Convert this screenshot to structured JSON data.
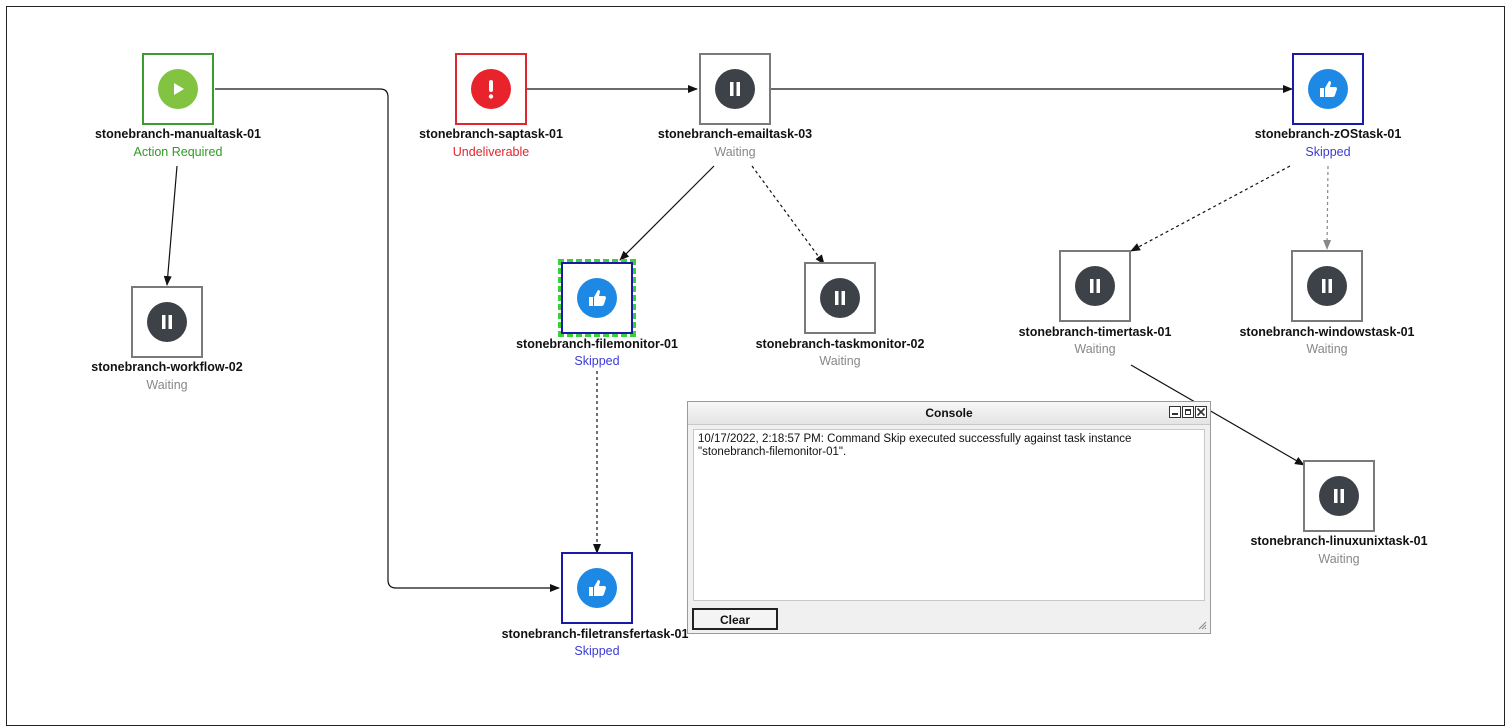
{
  "nodes": [
    {
      "id": "manualtask",
      "name": "stonebranch-manualtask-01",
      "status": "Action Required",
      "icon": "play-icon"
    },
    {
      "id": "saptask",
      "name": "stonebranch-saptask-01",
      "status": "Undeliverable",
      "icon": "exclamation-icon"
    },
    {
      "id": "emailtask",
      "name": "stonebranch-emailtask-03",
      "status": "Waiting",
      "icon": "pause-icon"
    },
    {
      "id": "zostask",
      "name": "stonebranch-zOStask-01",
      "status": "Skipped",
      "icon": "thumbs-up-icon"
    },
    {
      "id": "workflow",
      "name": "stonebranch-workflow-02",
      "status": "Waiting",
      "icon": "pause-icon"
    },
    {
      "id": "filemonitor",
      "name": "stonebranch-filemonitor-01",
      "status": "Skipped",
      "icon": "thumbs-up-icon"
    },
    {
      "id": "taskmonitor",
      "name": "stonebranch-taskmonitor-02",
      "status": "Waiting",
      "icon": "pause-icon"
    },
    {
      "id": "timertask",
      "name": "stonebranch-timertask-01",
      "status": "Waiting",
      "icon": "pause-icon"
    },
    {
      "id": "windowstask",
      "name": "stonebranch-windowstask-01",
      "status": "Waiting",
      "icon": "pause-icon"
    },
    {
      "id": "linuxunixtask",
      "name": "stonebranch-linuxunixtask-01",
      "status": "Waiting",
      "icon": "pause-icon"
    },
    {
      "id": "filetransfertask",
      "name": "stonebranch-filetransfertask-01",
      "status": "Skipped",
      "icon": "thumbs-up-icon"
    }
  ],
  "console": {
    "title": "Console",
    "message": "10/17/2022, 2:18:57 PM: Command Skip executed successfully against task instance \"stonebranch-filemonitor-01\".",
    "clear_label": "Clear"
  },
  "colors": {
    "waiting": "#888888",
    "skipped": "#3b3bd6",
    "action_required": "#2f9a25",
    "undeliverable": "#e0262e",
    "selected_outline": "#39d039"
  }
}
